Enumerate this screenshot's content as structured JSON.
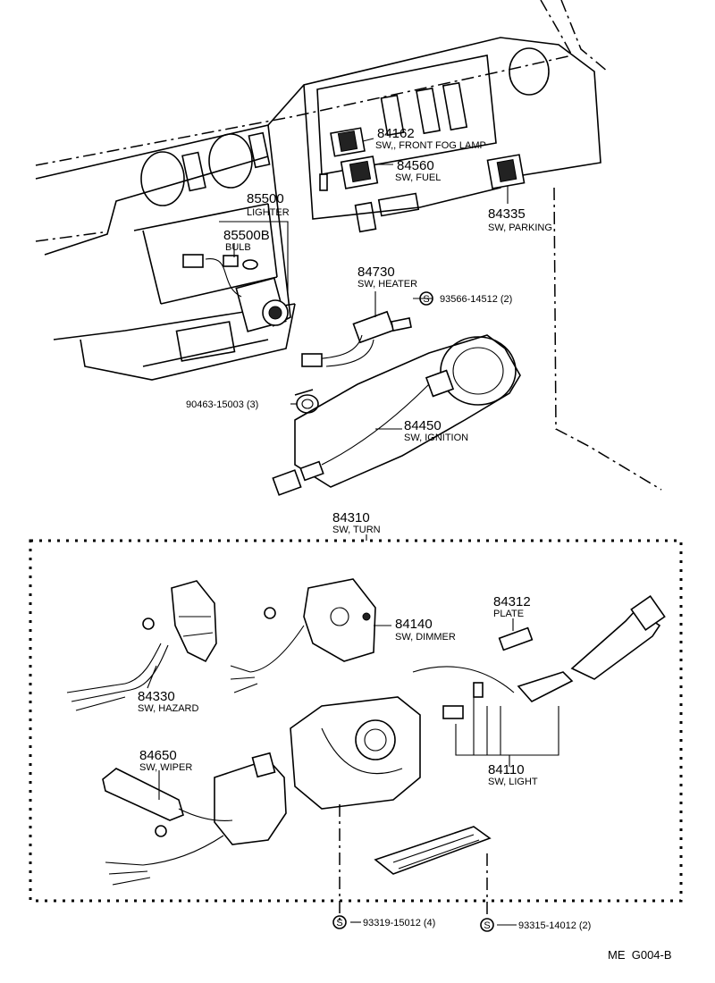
{
  "parts": [
    {
      "id": "p84162",
      "number": "84162",
      "desc": "SW,, FRONT FOG LAMP"
    },
    {
      "id": "p84560",
      "number": "84560",
      "desc": "SW, FUEL"
    },
    {
      "id": "p84335",
      "number": "84335",
      "desc": "SW, PARKING"
    },
    {
      "id": "p85500",
      "number": "85500",
      "desc": "LIGHTER"
    },
    {
      "id": "p85500b",
      "number": "85500B",
      "desc": "BULB"
    },
    {
      "id": "p84730",
      "number": "84730",
      "desc": "SW, HEATER"
    },
    {
      "id": "p84450",
      "number": "84450",
      "desc": "SW, IGNITION"
    },
    {
      "id": "p84310",
      "number": "84310",
      "desc": "SW, TURN"
    },
    {
      "id": "p84140",
      "number": "84140",
      "desc": "SW, DIMMER"
    },
    {
      "id": "p84312",
      "number": "84312",
      "desc": "PLATE"
    },
    {
      "id": "p84330",
      "number": "84330",
      "desc": "SW, HAZARD"
    },
    {
      "id": "p84650",
      "number": "84650",
      "desc": "SW, WIPER"
    },
    {
      "id": "p84110",
      "number": "84110",
      "desc": "SW, LIGHT"
    }
  ],
  "hardware": [
    {
      "id": "h1",
      "symbol": "S",
      "number": "93566-14512 (2)"
    },
    {
      "id": "h2",
      "symbol": "",
      "number": "90463-15003 (3)"
    },
    {
      "id": "h3",
      "symbol": "S",
      "number": "93319-15012 (4)"
    },
    {
      "id": "h4",
      "symbol": "S",
      "number": "93315-14012 (2)"
    }
  ],
  "diagram_code": "ME  G004-B"
}
